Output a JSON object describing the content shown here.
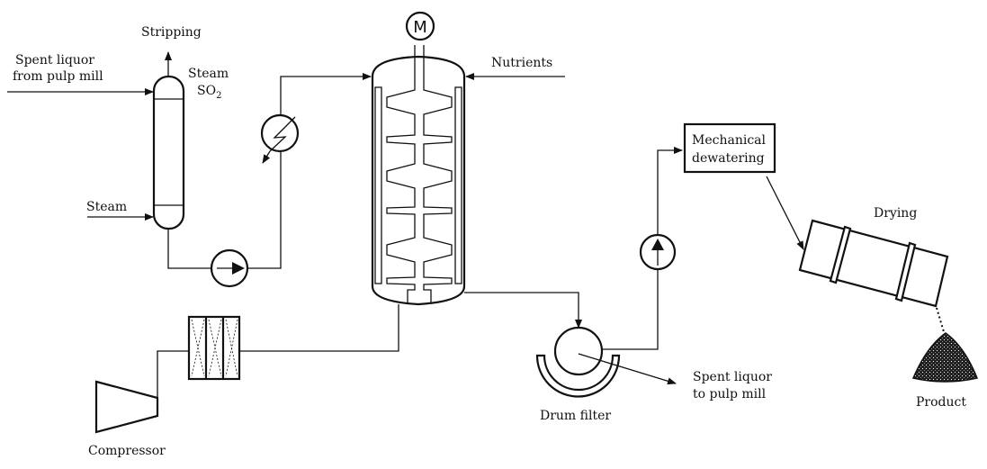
{
  "title": "Single-cell protein process flow from spent sulfite liquor",
  "labels": {
    "stripping": "Stripping",
    "spent_liquor_in_line1": "Spent liquor",
    "spent_liquor_in_line2": "from pulp mill",
    "steam_so2_line1": "Steam",
    "steam_so2_line2": "SO",
    "steam_so2_sub": "2",
    "steam_in": "Steam",
    "motor": "M",
    "nutrients": "Nutrients",
    "mechanical_line1": "Mechanical",
    "mechanical_line2": "dewatering",
    "drying": "Drying",
    "spent_liquor_out_line1": "Spent liquor",
    "spent_liquor_out_line2": "to pulp mill",
    "drum_filter": "Drum filter",
    "compressor": "Compressor",
    "product": "Product"
  },
  "colors": {
    "ink": "#111111",
    "background": "#ffffff"
  }
}
